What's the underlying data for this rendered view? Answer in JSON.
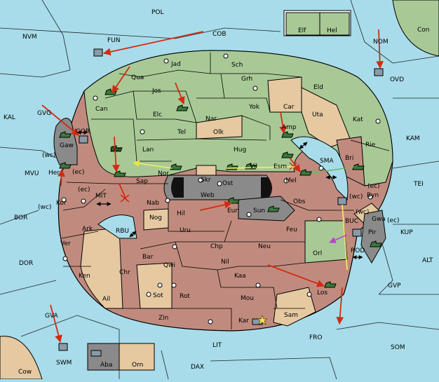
{
  "colors": {
    "sea": "#a8dcea",
    "green": "#a8c996",
    "red": "#c08b7e",
    "tan": "#e6c9a1",
    "gray": "#8a8a8a",
    "order": "#d42a12",
    "support": "#f0f060",
    "convoy": "#c040d0"
  },
  "sea_labels": [
    {
      "id": "pol",
      "text": "POL"
    },
    {
      "id": "nvm",
      "text": "NVM"
    },
    {
      "id": "fun",
      "text": "FUN"
    },
    {
      "id": "cob",
      "text": "COB"
    },
    {
      "id": "nom",
      "text": "NOM"
    },
    {
      "id": "ovd",
      "text": "OVD"
    },
    {
      "id": "kal",
      "text": "KAL"
    },
    {
      "id": "gvg",
      "text": "GVG"
    },
    {
      "id": "gor",
      "text": "GOR"
    },
    {
      "id": "mvu",
      "text": "MVU"
    },
    {
      "id": "mit",
      "text": "MIT"
    },
    {
      "id": "bor",
      "text": "BOR"
    },
    {
      "id": "rbu",
      "text": "RBU"
    },
    {
      "id": "dor",
      "text": "DOR"
    },
    {
      "id": "sma",
      "text": "SMA"
    },
    {
      "id": "kam",
      "text": "KAM"
    },
    {
      "id": "tei",
      "text": "TEI"
    },
    {
      "id": "buc",
      "text": "BUC"
    },
    {
      "id": "rod",
      "text": "ROD"
    },
    {
      "id": "kup",
      "text": "KUP"
    },
    {
      "id": "alt",
      "text": "ALT"
    },
    {
      "id": "gvp",
      "text": "GVP"
    },
    {
      "id": "fro",
      "text": "FRO"
    },
    {
      "id": "som",
      "text": "SOM"
    },
    {
      "id": "lit",
      "text": "LIT"
    },
    {
      "id": "dax",
      "text": "DAX"
    },
    {
      "id": "gva",
      "text": "GVA"
    },
    {
      "id": "swm",
      "text": "SWM"
    }
  ],
  "land_labels": [
    {
      "id": "jad",
      "text": "Jad"
    },
    {
      "id": "sch",
      "text": "Sch"
    },
    {
      "id": "qua",
      "text": "Qua"
    },
    {
      "id": "jos",
      "text": "Jos"
    },
    {
      "id": "grh",
      "text": "Grh"
    },
    {
      "id": "eld",
      "text": "Eld"
    },
    {
      "id": "can",
      "text": "Can"
    },
    {
      "id": "elc",
      "text": "Elc"
    },
    {
      "id": "nar",
      "text": "Nar"
    },
    {
      "id": "yok",
      "text": "Yok"
    },
    {
      "id": "car",
      "text": "Car"
    },
    {
      "id": "uta",
      "text": "Uta"
    },
    {
      "id": "kat",
      "text": "Kat"
    },
    {
      "id": "tel",
      "text": "Tel"
    },
    {
      "id": "olk",
      "text": "Olk"
    },
    {
      "id": "amp",
      "text": "Amp"
    },
    {
      "id": "gaw",
      "text": "Gaw"
    },
    {
      "id": "gur",
      "text": "Gur"
    },
    {
      "id": "lan",
      "text": "Lan"
    },
    {
      "id": "hug",
      "text": "Hug"
    },
    {
      "id": "rie",
      "text": "Rie"
    },
    {
      "id": "bri",
      "text": "Bri"
    },
    {
      "id": "esm",
      "text": "Esm"
    },
    {
      "id": "vil",
      "text": "Vil"
    },
    {
      "id": "her",
      "text": "Her"
    },
    {
      "id": "nor",
      "text": "Nor"
    },
    {
      "id": "sap",
      "text": "Sap"
    },
    {
      "id": "skr",
      "text": "Skr"
    },
    {
      "id": "ost",
      "text": "Ost"
    },
    {
      "id": "web",
      "text": "Web"
    },
    {
      "id": "mel",
      "text": "Mel"
    },
    {
      "id": "byn",
      "text": "Byn"
    },
    {
      "id": "kor",
      "text": "Kor"
    },
    {
      "id": "nab",
      "text": "Nab"
    },
    {
      "id": "eun",
      "text": "Eun"
    },
    {
      "id": "sun",
      "text": "Sun"
    },
    {
      "id": "obs",
      "text": "Obs"
    },
    {
      "id": "gwa",
      "text": "Gwa"
    },
    {
      "id": "hil",
      "text": "Hil"
    },
    {
      "id": "nog",
      "text": "Nog"
    },
    {
      "id": "ark",
      "text": "Ark"
    },
    {
      "id": "pir",
      "text": "Pir"
    },
    {
      "id": "uru",
      "text": "Uru"
    },
    {
      "id": "feu",
      "text": "Feu"
    },
    {
      "id": "ver",
      "text": "Ver"
    },
    {
      "id": "chp",
      "text": "Chp"
    },
    {
      "id": "neu",
      "text": "Neu"
    },
    {
      "id": "orl",
      "text": "Orl"
    },
    {
      "id": "bar",
      "text": "Bar"
    },
    {
      "id": "qwi",
      "text": "Qwi"
    },
    {
      "id": "ken",
      "text": "Ken"
    },
    {
      "id": "nil",
      "text": "Nil"
    },
    {
      "id": "chr",
      "text": "Chr"
    },
    {
      "id": "kaa",
      "text": "Kaa"
    },
    {
      "id": "los",
      "text": "Los"
    },
    {
      "id": "sot",
      "text": "Sot"
    },
    {
      "id": "rot",
      "text": "Rot"
    },
    {
      "id": "ail",
      "text": "Ail"
    },
    {
      "id": "mou",
      "text": "Mou"
    },
    {
      "id": "zin",
      "text": "Zin"
    },
    {
      "id": "sam",
      "text": "Sam"
    },
    {
      "id": "kar",
      "text": "Kar"
    },
    {
      "id": "elf",
      "text": "Elf"
    },
    {
      "id": "hel",
      "text": "Hel"
    },
    {
      "id": "con",
      "text": "Con"
    },
    {
      "id": "aba",
      "text": "Aba"
    },
    {
      "id": "orn",
      "text": "Orn"
    },
    {
      "id": "cow",
      "text": "Cow"
    }
  ],
  "coast_labels": [
    {
      "id": "wc1",
      "text": "(wc)"
    },
    {
      "id": "ec1",
      "text": "(ec)"
    },
    {
      "id": "ec2",
      "text": "(ec)"
    },
    {
      "id": "wc2",
      "text": "(wc)"
    },
    {
      "id": "ec3",
      "text": "(ec)"
    },
    {
      "id": "wc3",
      "text": "(wc)"
    },
    {
      "id": "ec4",
      "text": "(ec)"
    },
    {
      "id": "wc4",
      "text": "(wc)"
    }
  ]
}
